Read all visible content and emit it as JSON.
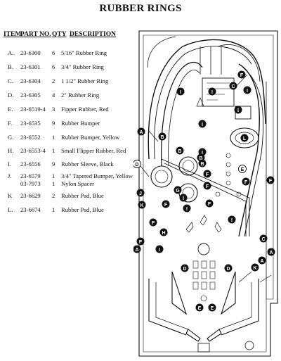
{
  "title": "RUBBER RINGS",
  "headers": {
    "item": "ITEM",
    "part": "PART NO.",
    "qty": "QTY",
    "desc": "DESCRIPTION"
  },
  "items": [
    {
      "item": "A.",
      "part": "23-6300",
      "qty": "6",
      "desc": "5/16\" Rubber Ring"
    },
    {
      "item": "B.",
      "part": "23-6301",
      "qty": "6",
      "desc": "3/4\" Rubber Ring"
    },
    {
      "item": "C.",
      "part": "23-6304",
      "qty": "2",
      "desc": "1 1/2\" Rubber Ring"
    },
    {
      "item": "D.",
      "part": "23-6305",
      "qty": "4",
      "desc": "2\" Rubber Ring"
    },
    {
      "item": "E.",
      "part": "23-6519-4",
      "qty": "3",
      "desc": "Fipper Rubber, Red"
    },
    {
      "item": "F.",
      "part": "23-6535",
      "qty": "9",
      "desc": "Rubber Bumper"
    },
    {
      "item": "G.",
      "part": "23-6552",
      "qty": "1",
      "desc": "Rubber Bumper, Yellow"
    },
    {
      "item": "H.",
      "part": "23-6553-4",
      "qty": "1",
      "desc": "Small Flipper Rubber, Red"
    },
    {
      "item": "I.",
      "part": "23-6556",
      "qty": "9",
      "desc": "Rubber Sleeve, Black"
    },
    {
      "item": "J.",
      "part": "23-6579",
      "qty": "1",
      "desc": "3/4\" Tapered Bumper, Yellow"
    },
    {
      "item": "K",
      "part": "23-6629",
      "qty": "2",
      "desc": "Rubber Pad, Blue"
    },
    {
      "item": "L.",
      "part": "23-6674",
      "qty": "1",
      "desc": "Rubber Pad, Blue"
    }
  ],
  "extra_row": {
    "part": "03-7973",
    "qty": "1",
    "desc": "Nylon Spacer"
  },
  "callouts": {
    "A": "A",
    "B": "B",
    "C": "C",
    "D": "D",
    "E": "E",
    "F": "F",
    "G": "G",
    "H": "H",
    "I": "I",
    "J": "J",
    "K": "K",
    "L": "L"
  }
}
